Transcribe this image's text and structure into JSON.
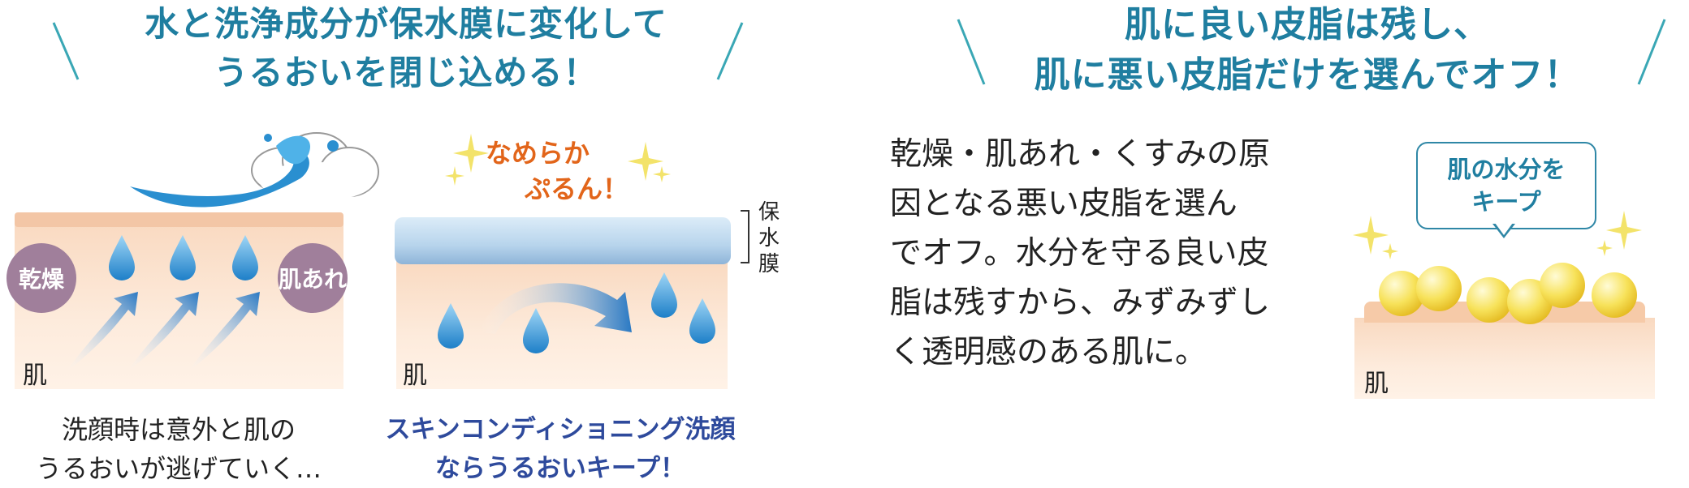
{
  "left_section": {
    "heading_line1": "水と洗浄成分が保水膜に変化して",
    "heading_line2": "うるおいを閉じ込める！",
    "panel_before": {
      "badge_left": "乾燥",
      "badge_right": "肌あれ",
      "skin_label": "肌",
      "caption_line1": "洗顔時は意外と肌の",
      "caption_line2": "うるおいが逃げていく…"
    },
    "panel_after": {
      "callout_line1": "なめらか",
      "callout_line2": "ぷるん！",
      "film_label": [
        "保",
        "水",
        "膜"
      ],
      "skin_label": "肌",
      "caption_line1": "スキンコンディショニング洗顔",
      "caption_line2": "ならうるおいキープ！"
    }
  },
  "right_section": {
    "heading_line1": "肌に良い皮脂は残し、",
    "heading_line2": "肌に悪い皮脂だけを選んでオフ！",
    "body_lines": [
      "乾燥・肌あれ・くすみの原",
      "因となる悪い皮脂を選ん",
      "でオフ。水分を守る良い皮",
      "脂は残すから、みずみずし",
      "く透明感のある肌に。"
    ],
    "bubble_line1": "肌の水分を",
    "bubble_line2": "キープ",
    "skin_label": "肌"
  },
  "colors": {
    "heading": "#1f7ea0",
    "caption_blue": "#2e4a9c",
    "callout_orange": "#e2651a",
    "skin": "#f9d9c0",
    "badge": "#a07f9b",
    "droplet": "#2a8fd0",
    "oil_ball": "#f7e25a"
  }
}
